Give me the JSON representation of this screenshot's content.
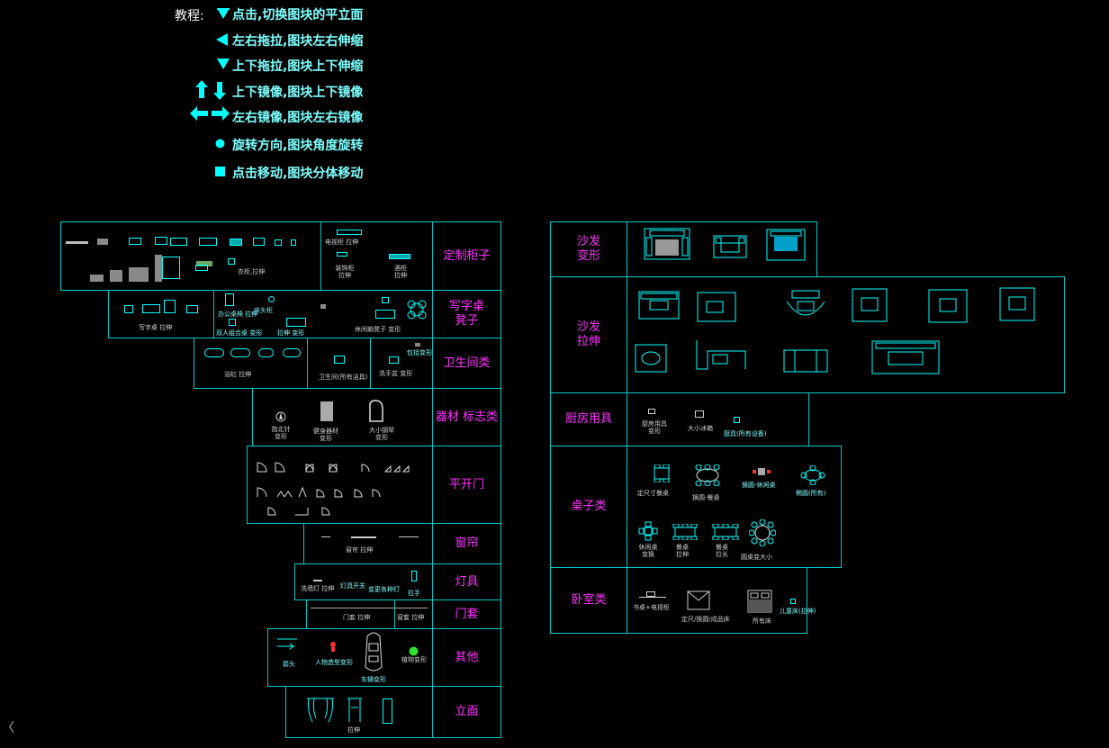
{
  "tutorial": {
    "label": "教程:",
    "rows": [
      {
        "icon": "triangle-down-icon",
        "text": "点击,切换图块的平立面"
      },
      {
        "icon": "triangle-left-icon",
        "text": "左右拖拉,图块左右伸缩"
      },
      {
        "icon": "triangle-down-icon",
        "text": "上下拖拉,图块上下伸缩"
      },
      {
        "icon": "arrows-up-down-icon",
        "text": "上下镜像,图块上下镜像"
      },
      {
        "icon": "arrows-left-right-icon",
        "text": "左右镜像,图块左右镜像"
      },
      {
        "icon": "circle-dot-icon",
        "text": "旋转方向,图块角度旋转"
      },
      {
        "icon": "square-dot-icon",
        "text": "点击移动,图块分体移动"
      }
    ]
  },
  "left_panel": {
    "rows": [
      {
        "category": "定制柜子",
        "notes": [
          "电视柜 拉伸",
          "装饰柜 拉伸",
          "酒柜 拉伸",
          "衣柜,拉伸"
        ]
      },
      {
        "category": "写字桌\n凳子",
        "notes": [
          "写字桌 拉伸",
          "办公桌椅 拉伸",
          "床头柜",
          "休闲躺凳子 变形",
          "双人组合桌 变形",
          "拉伸 变形"
        ]
      },
      {
        "category": "卫生间类",
        "notes": [
          "浴缸 拉伸",
          "卫生间(所有洁具)",
          "洗手盆 变形",
          "包括变形"
        ]
      },
      {
        "category": "器材 标志类",
        "notes": [
          "指北针 变形",
          "健身器材 变形",
          "大小钢琴 变形"
        ]
      },
      {
        "category": "平开门",
        "notes": []
      },
      {
        "category": "窗帘",
        "notes": [
          "窗帘 拉伸"
        ]
      },
      {
        "category": "灯具",
        "notes": [
          "洗墙灯 拉伸",
          "灯具开关",
          "变更各种灯",
          "拉手"
        ]
      },
      {
        "category": "门套",
        "notes": [
          "门套 拉伸",
          "窗套 拉伸"
        ]
      },
      {
        "category": "其他",
        "notes": [
          "箭头",
          "人物造型变形",
          "车辆变形",
          "植物变形"
        ]
      },
      {
        "category": "立面",
        "notes": [
          "拉伸"
        ]
      }
    ]
  },
  "right_panel": {
    "rows": [
      {
        "category": "沙发\n变形",
        "notes": []
      },
      {
        "category": "沙发\n拉伸",
        "notes": []
      },
      {
        "category": "厨房用具",
        "notes": [
          "厨房用具 变形",
          "大小冰箱",
          "厨具(所有设备)"
        ]
      },
      {
        "category": "桌子类",
        "notes": [
          "定尺寸餐桌",
          "换圆-餐桌",
          "换圆-休闲桌",
          "椭圆(所有)",
          "休闲桌 变换",
          "餐桌 拉伸",
          "餐桌 拉长",
          "圆桌变大小"
        ]
      },
      {
        "category": "卧室类",
        "notes": [
          "书桌+电视柜",
          "定尺/换圆/成品床",
          "所有床",
          "儿童床(拉伸)"
        ]
      }
    ]
  },
  "colors": {
    "accent": "#00ffff",
    "category": "#ff33ff",
    "border": "#00c8c8",
    "background": "#000000"
  }
}
